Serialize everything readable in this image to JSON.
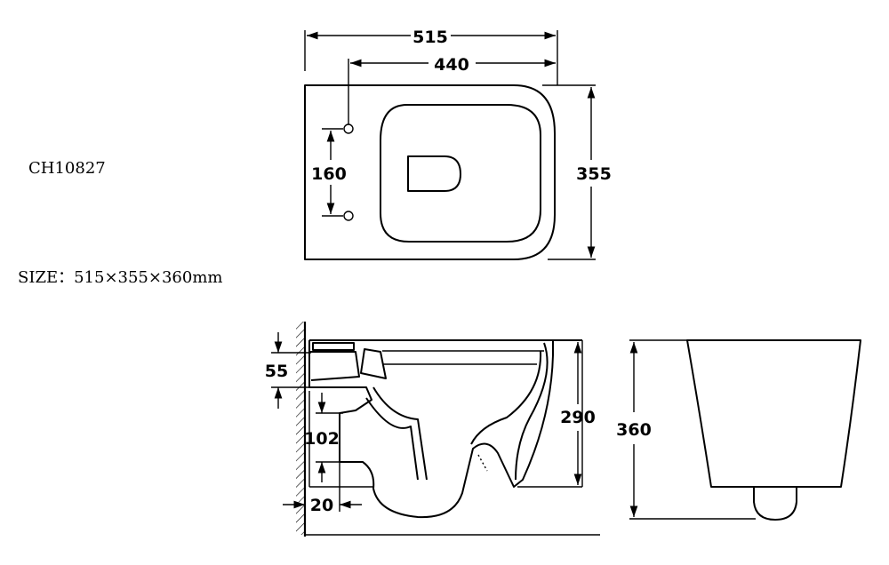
{
  "model": "CH10827",
  "size_text": "SIZE：515×355×360mm",
  "dimensions": {
    "overall_length": "515",
    "pan_length": "440",
    "fixing_spacing": "160",
    "width": "355",
    "fixing_height": "55",
    "outlet_height": "102",
    "outlet_offset": "20",
    "bowl_depth": "290",
    "total_height": "360"
  }
}
